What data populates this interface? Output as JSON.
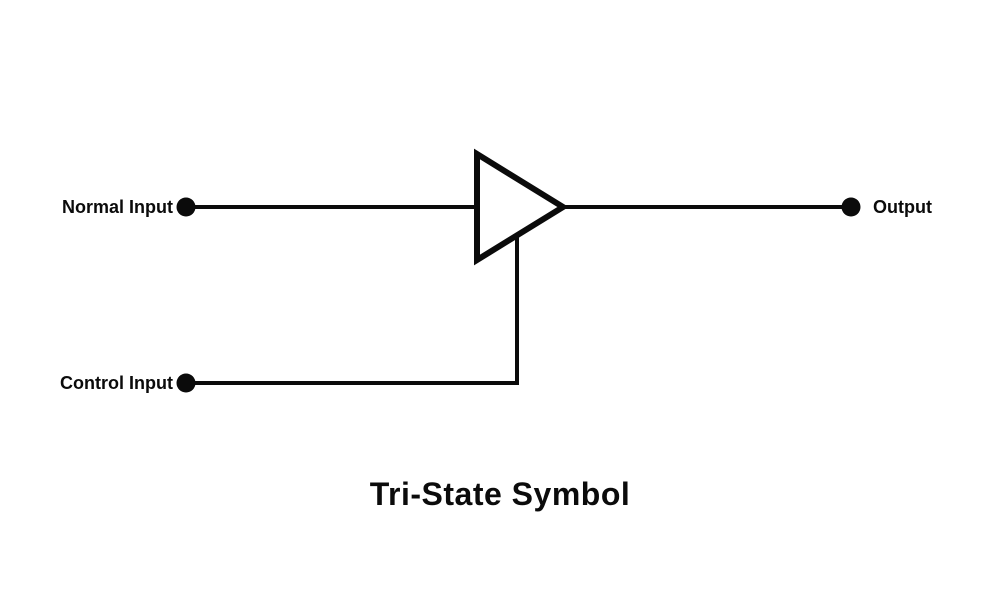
{
  "diagram": {
    "title": "Tri-State Symbol",
    "labels": {
      "normal_input": "Normal Input",
      "control_input": "Control Input",
      "output": "Output"
    },
    "symbol": "tri-state-buffer",
    "colors": {
      "line": "#0b0b0b",
      "background": "#ffffff"
    }
  }
}
